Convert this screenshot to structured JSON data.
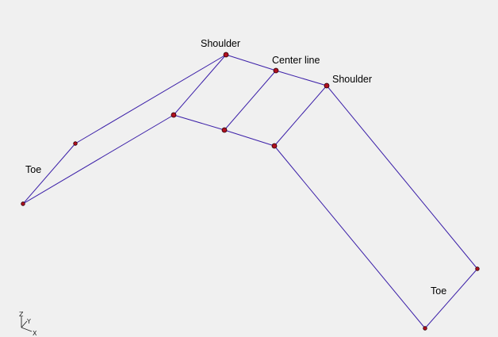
{
  "labels": {
    "shoulder_left": "Shoulder",
    "center_line": "Center line",
    "shoulder_right": "Shoulder",
    "toe_left": "Toe",
    "toe_right": "Toe"
  },
  "axis_triad": {
    "z": "Z",
    "y": "Y",
    "x": "X"
  },
  "colors": {
    "edge": "#3b1fa8",
    "node": "#b0101f",
    "background": "#f0f0f0"
  }
}
